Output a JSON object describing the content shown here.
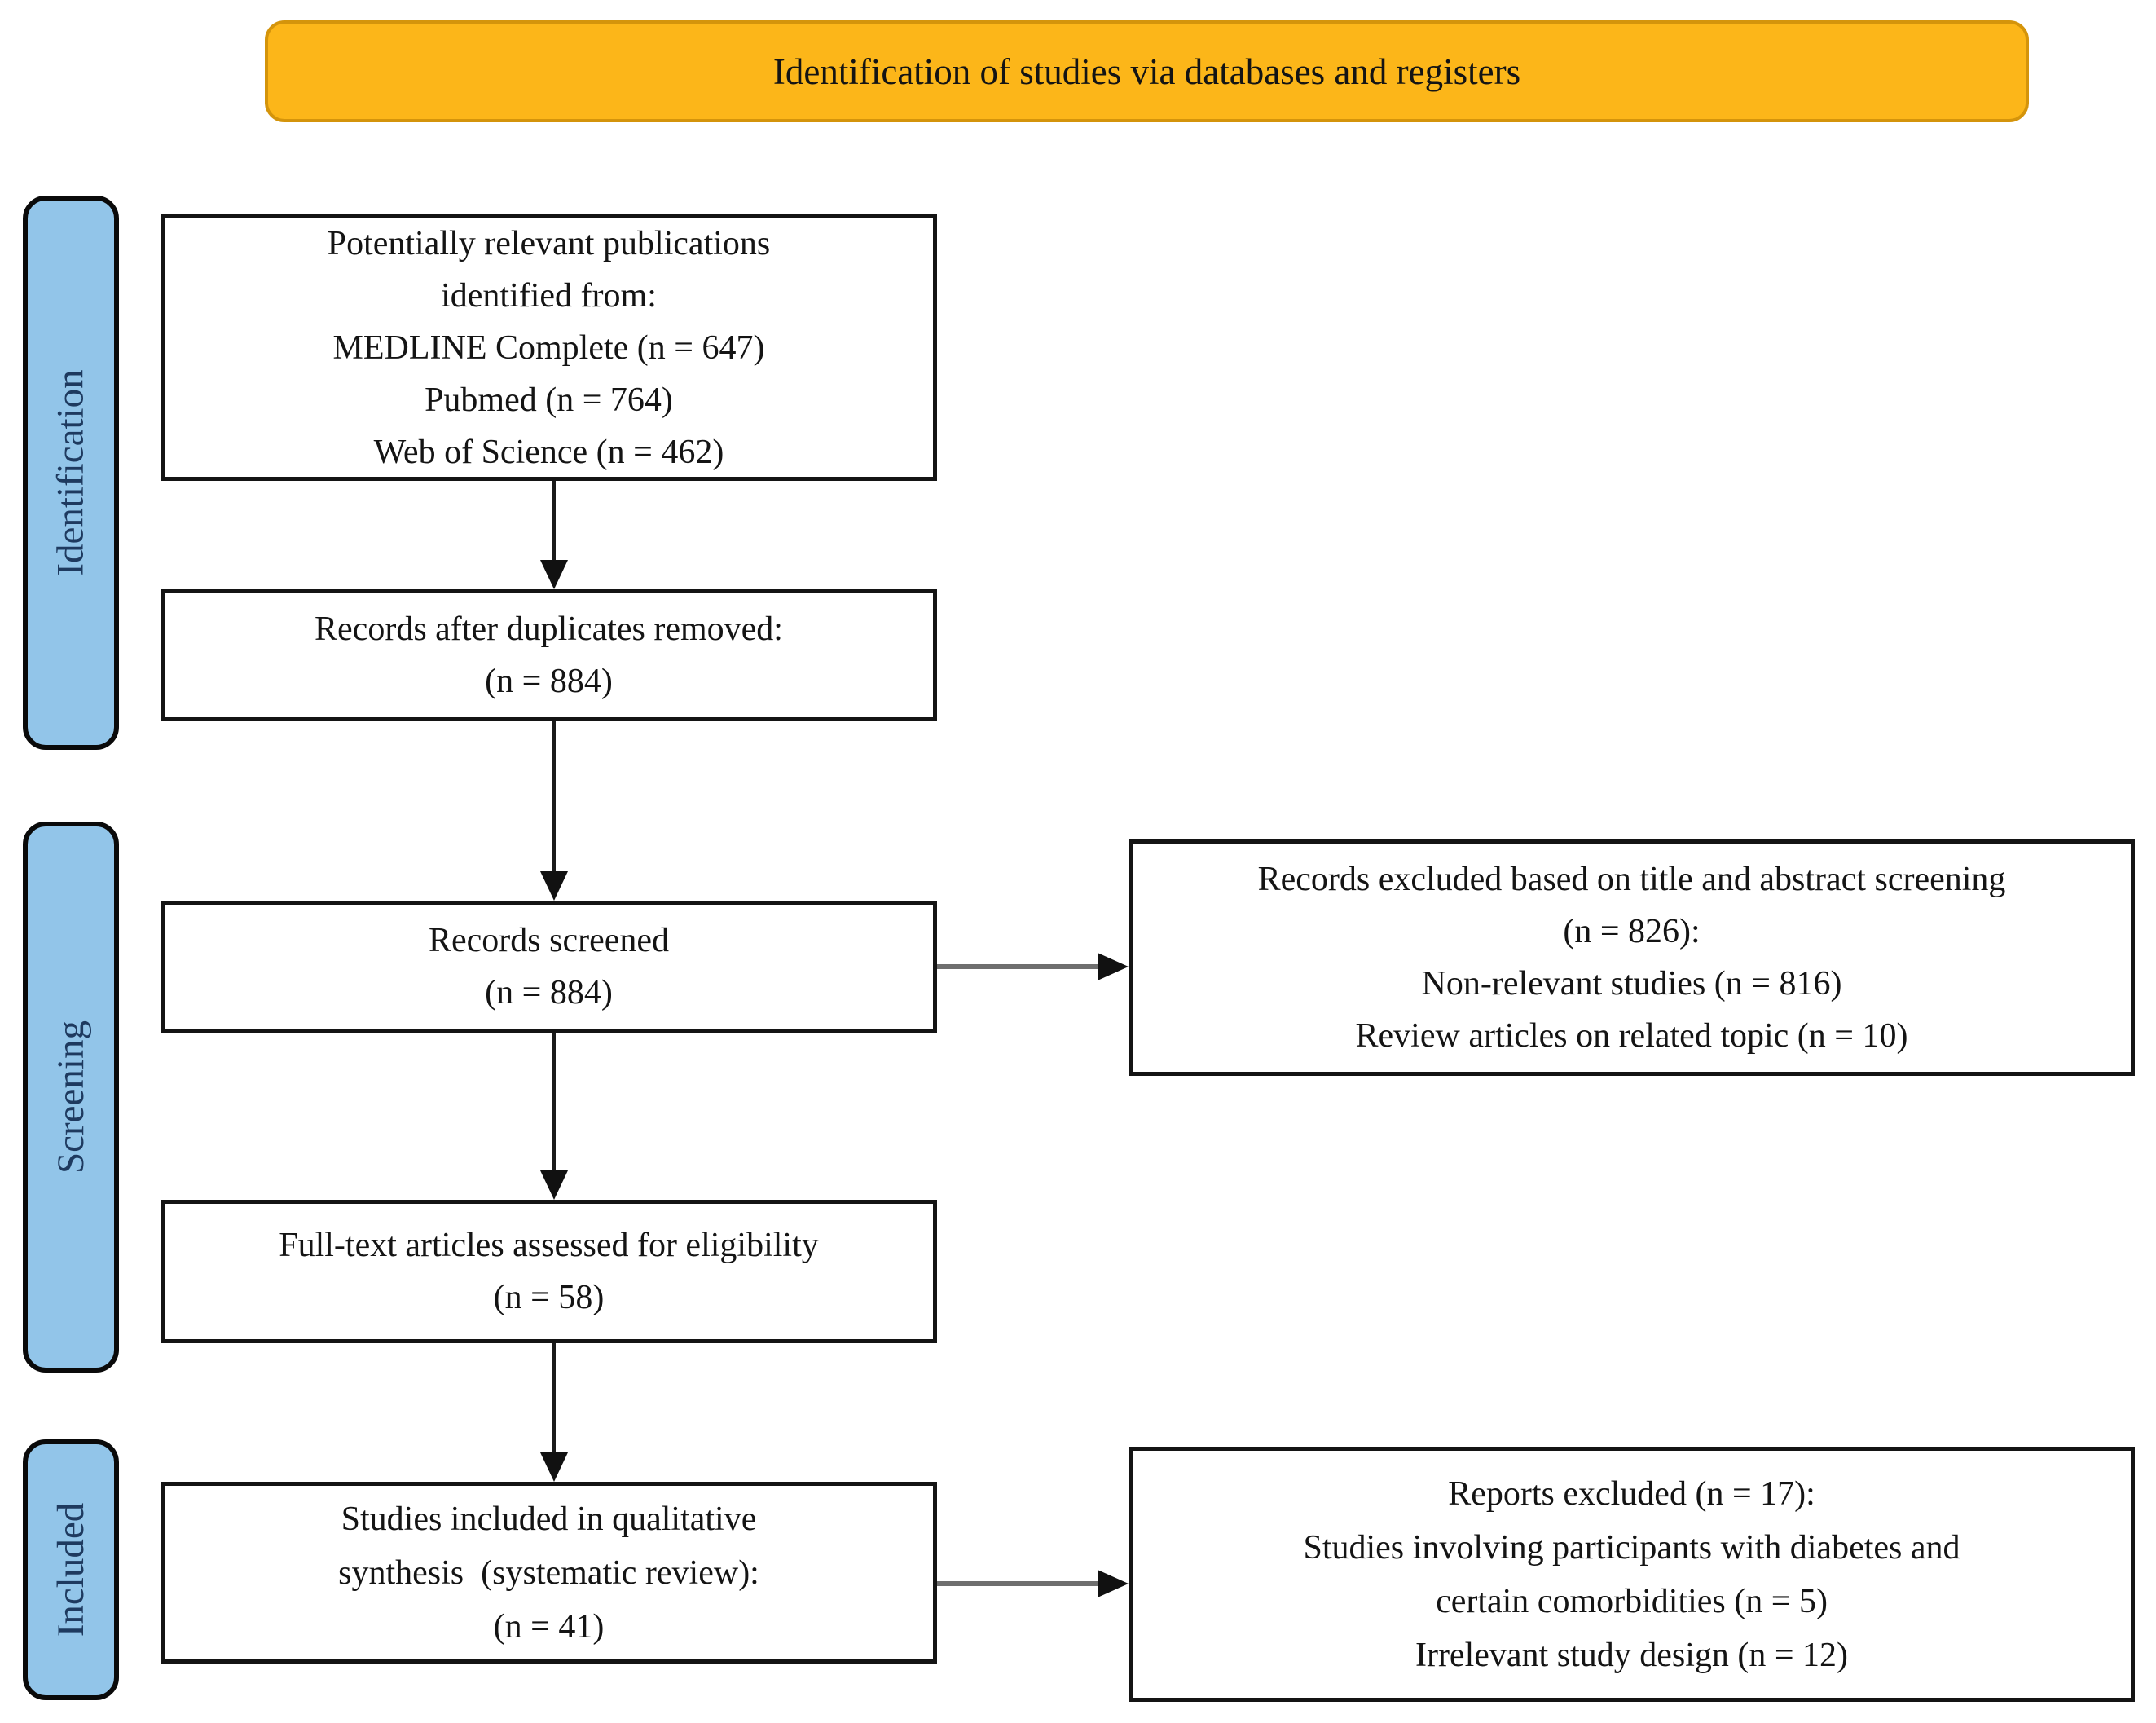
{
  "banner": {
    "title": "Identification of studies via databases and registers"
  },
  "sidebar": {
    "stages": [
      {
        "label": "Identification"
      },
      {
        "label": "Screening"
      },
      {
        "label": "Included"
      }
    ]
  },
  "flow": {
    "identified": {
      "lines": [
        "Potentially relevant publications",
        "identified from:",
        "MEDLINE Complete (n = 647)",
        "Pubmed (n = 764)",
        "Web of Science (n = 462)"
      ]
    },
    "deduplicated": {
      "lines": [
        "Records after duplicates removed:",
        "(n = 884)"
      ]
    },
    "screened": {
      "lines": [
        "Records screened",
        "(n = 884)"
      ]
    },
    "fulltext": {
      "lines": [
        "Full-text articles assessed for eligibility",
        "(n = 58)"
      ]
    },
    "included": {
      "lines": [
        "Studies included in qualitative",
        "synthesis  (systematic review):",
        "(n = 41)"
      ]
    }
  },
  "exclusions": {
    "screening": {
      "lines": [
        "Records excluded based on title and abstract screening",
        "(n = 826):",
        "Non-relevant studies (n = 816)",
        "Review articles on related topic (n = 10)"
      ]
    },
    "reports": {
      "lines": [
        "Reports excluded (n = 17):",
        "Studies involving participants with diabetes and",
        "certain comorbidities (n = 5)",
        "Irrelevant study design (n = 12)"
      ]
    }
  },
  "colors": {
    "banner_bg": "#FCB619",
    "banner_border": "#D4940B",
    "stage_bg": "#92C5E9",
    "stage_text": "#1E3A5F",
    "box_border": "#141414",
    "box_bg": "#FFFFFF",
    "arrow_shaft_gray": "#6F6F6F",
    "arrow_head_black": "#111111"
  }
}
